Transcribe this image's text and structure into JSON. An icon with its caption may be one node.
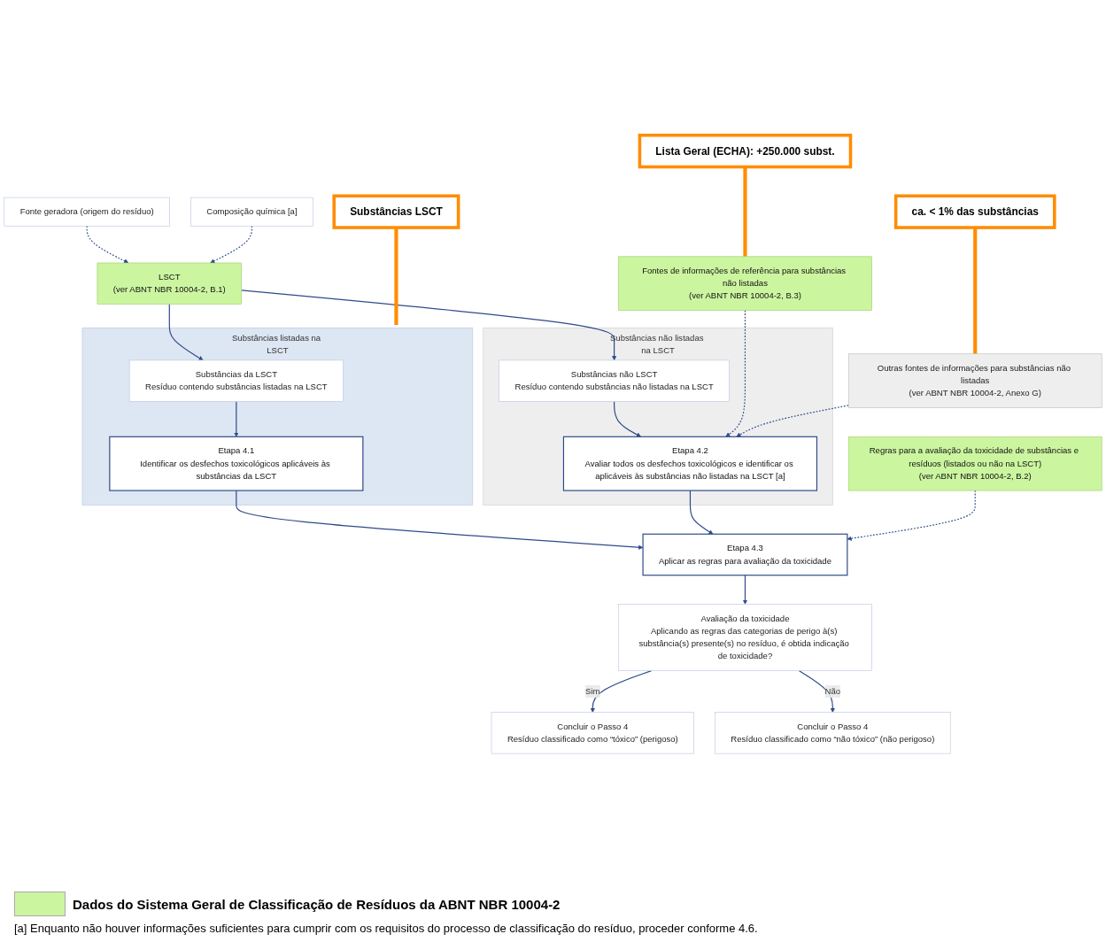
{
  "diagram": {
    "nodes": [
      {
        "text": [
          "Fonte geradora (origem do resíduo)"
        ]
      },
      {
        "text": [
          "Composição química [a]"
        ]
      },
      {
        "text": [
          "LSCT",
          "(ver ABNT NBR 10004-2, B.1)"
        ]
      },
      {
        "text": [
          "Substâncias listadas na LSCT"
        ]
      },
      {
        "text": [
          "Substâncias da LSCT",
          "Resíduo contendo substâncias listadas na LSCT"
        ],
        "in": 3
      },
      {
        "text": [
          "Etapa 4.1",
          "Identificar os desfechos toxicológicos aplicáveis às substâncias da LSCT"
        ],
        "in": 3
      },
      {
        "text": [
          "Substâncias não listadas na LSCT"
        ]
      },
      {
        "text": [
          "Substâncias não LSCT",
          "Resíduo contendo substâncias não listadas na LSCT"
        ],
        "in": 6
      },
      {
        "text": [
          "Etapa 4.2",
          "Avaliar todos os desfechos toxicológicos e identificar os aplicáveis às substâncias não listadas na LSCT [a]"
        ],
        "in": 6
      },
      {
        "text": [
          "Fontes de informações de referência para substâncias não listadas",
          "(ver ABNT NBR 10004-2, B.3)"
        ]
      },
      {
        "text": [
          "Outras fontes de informações para substâncias não listadas",
          "(ver ABNT NBR 10004-2, Anexo G)"
        ]
      },
      {
        "text": [
          "Regras para a avaliação da toxicidade de substâncias e resíduos (listados ou não na LSCT)",
          "(ver ABNT NBR 10004-2, B.2)"
        ]
      },
      {
        "text": [
          "Etapa 4.3",
          "Aplicar as regras para avaliação da toxicidade"
        ]
      },
      {
        "text": [
          "Avaliação da toxicidade",
          "Aplicando as regras das categorias de perigo à(s) substância(s) presente(s) no resíduo, é obtida indicação de toxicidade?"
        ]
      },
      {
        "text": [
          "Concluir o Passo 4",
          "Resíduo classificado como “tóxico” (perigoso)"
        ]
      },
      {
        "text": [
          "Concluir o Passo 4",
          "Resíduo classificado como “não tóxico” (não perigoso)"
        ]
      },
      {
        "text": [
          "Substâncias LSCT"
        ]
      },
      {
        "text": [
          "Lista Geral (ECHA): +250.000 subst."
        ]
      },
      {
        "text": [
          "ca. < 1% das substâncias"
        ]
      }
    ],
    "edges": [
      {
        "from": 0,
        "to": 2,
        "arrow": "to",
        "style": "dashed"
      },
      {
        "from": 1,
        "to": 2,
        "arrow": "to",
        "style": "dashed"
      },
      {
        "from": 2,
        "to": 4,
        "arrow": "to"
      },
      {
        "from": 2,
        "to": 7,
        "arrow": "to"
      },
      {
        "from": 4,
        "to": 5,
        "arrow": "to"
      },
      {
        "from": 7,
        "to": 8,
        "arrow": "to"
      },
      {
        "from": 5,
        "to": 12,
        "arrow": "to"
      },
      {
        "from": 8,
        "to": 12,
        "arrow": "to"
      },
      {
        "from": 9,
        "to": 8,
        "arrow": "to",
        "style": "dashed"
      },
      {
        "from": 10,
        "to": 8,
        "arrow": "to",
        "style": "dashed"
      },
      {
        "from": 11,
        "to": 12,
        "arrow": "to",
        "style": "dashed"
      },
      {
        "from": 12,
        "to": 13,
        "arrow": "to"
      },
      {
        "from": 13,
        "to": 14,
        "label": "Sim",
        "arrow": "to"
      },
      {
        "from": 13,
        "to": 15,
        "label": "Não",
        "arrow": "to"
      },
      {
        "from": 16,
        "to": 3,
        "arrow": "none",
        "style": "thick",
        "color": "#ff8c00"
      },
      {
        "from": 17,
        "to": 9,
        "arrow": "none",
        "style": "thick",
        "color": "#ff8c00"
      },
      {
        "from": 18,
        "to": 10,
        "arrow": "none",
        "style": "thick",
        "color": "#ff8c00"
      }
    ],
    "labels": [
      "[a] Enquanto não houver informações suficientes para cumprir com os requisitos do processo de classificação do resíduo, proceder conforme 4.6."
    ],
    "legend": [
      {
        "text": "Dados do Sistema Geral de Classificação de Resíduos da ABNT NBR 10004-2",
        "color": "#ccf5a0"
      }
    ]
  }
}
